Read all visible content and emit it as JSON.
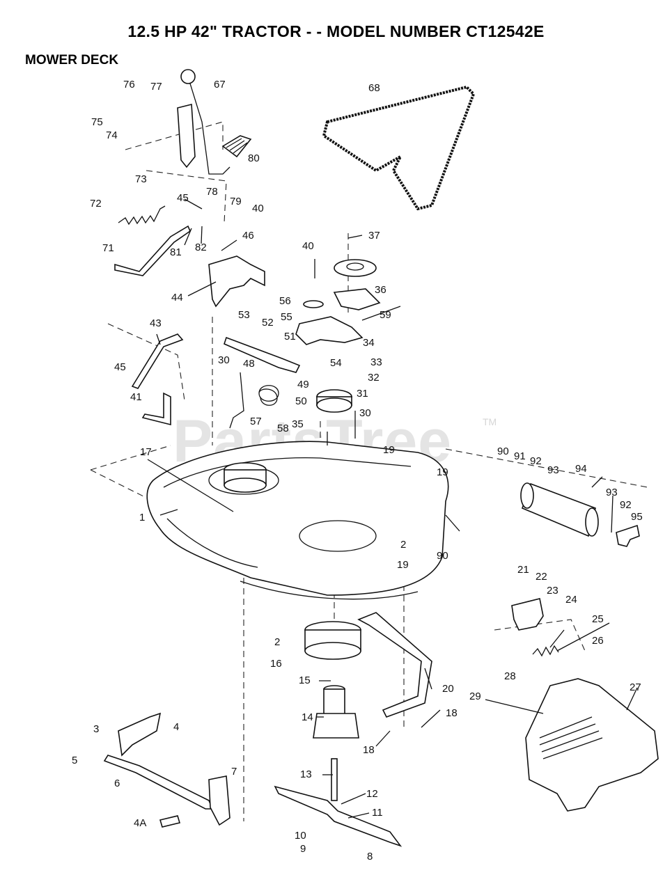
{
  "title": "12.5 HP 42\" TRACTOR - - MODEL NUMBER CT12542E",
  "section": "MOWER DECK",
  "watermark": "PartsTree",
  "watermark_tm": "TM",
  "callouts": [
    "1",
    "2",
    "2",
    "3",
    "4",
    "4A",
    "5",
    "6",
    "7",
    "8",
    "9",
    "10",
    "11",
    "12",
    "13",
    "14",
    "15",
    "16",
    "17",
    "18",
    "18",
    "19",
    "19",
    "19",
    "20",
    "21",
    "22",
    "23",
    "24",
    "25",
    "26",
    "27",
    "28",
    "29",
    "30",
    "30",
    "31",
    "32",
    "33",
    "34",
    "35",
    "36",
    "37",
    "40",
    "40",
    "41",
    "43",
    "44",
    "45",
    "45",
    "46",
    "48",
    "49",
    "50",
    "51",
    "52",
    "53",
    "54",
    "55",
    "56",
    "57",
    "58",
    "59",
    "67",
    "68",
    "71",
    "72",
    "73",
    "74",
    "75",
    "76",
    "77",
    "78",
    "79",
    "80",
    "81",
    "82",
    "90",
    "90",
    "91",
    "92",
    "92",
    "93",
    "93",
    "94",
    "95"
  ]
}
